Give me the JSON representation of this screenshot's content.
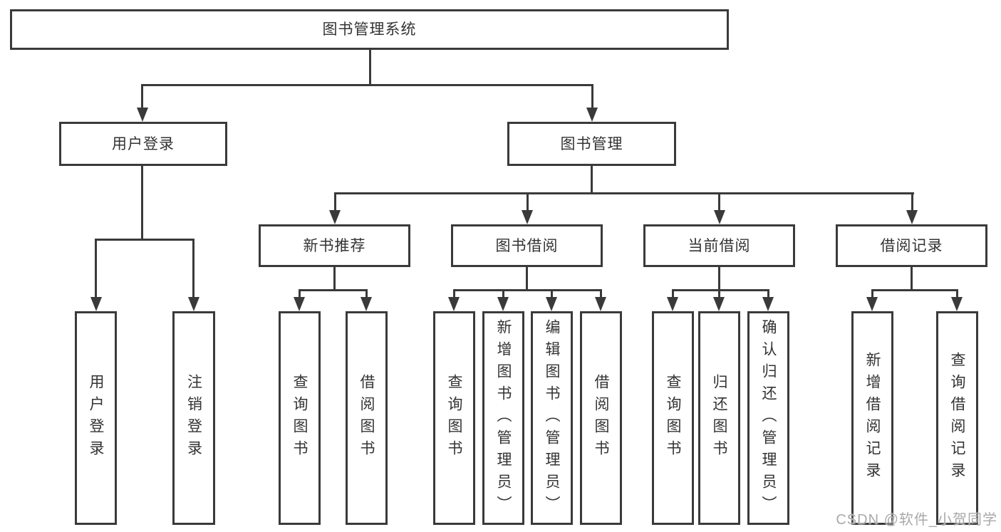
{
  "colors": {
    "line": "#3a3a3a",
    "node_border": "#3a3a3a",
    "node_text": "#333333",
    "background": "#ffffff",
    "watermark": "#a9a9a9"
  },
  "diagram": {
    "root": {
      "label": "图书管理系统"
    },
    "level1": [
      {
        "label": "用户登录"
      },
      {
        "label": "图书管理"
      }
    ],
    "level2": [
      {
        "label": "新书推荐"
      },
      {
        "label": "图书借阅"
      },
      {
        "label": "当前借阅"
      },
      {
        "label": "借阅记录"
      }
    ],
    "leaves": {
      "user_login": [
        {
          "label": "用户登录"
        },
        {
          "label": "注销登录"
        }
      ],
      "new_book_recommend": [
        {
          "label": "查询图书"
        },
        {
          "label": "借阅图书"
        }
      ],
      "book_borrow": [
        {
          "label": "查询图书"
        },
        {
          "label": "新增图书（管理员）"
        },
        {
          "label": "编辑图书（管理员）"
        },
        {
          "label": "借阅图书"
        }
      ],
      "current_borrow": [
        {
          "label": "查询图书"
        },
        {
          "label": "归还图书"
        },
        {
          "label": "确认归还（管理员）"
        }
      ],
      "borrow_records": [
        {
          "label": "新增借阅记录"
        },
        {
          "label": "查询借阅记录"
        }
      ]
    },
    "watermark": "CSDN @软件_小贺同学"
  }
}
